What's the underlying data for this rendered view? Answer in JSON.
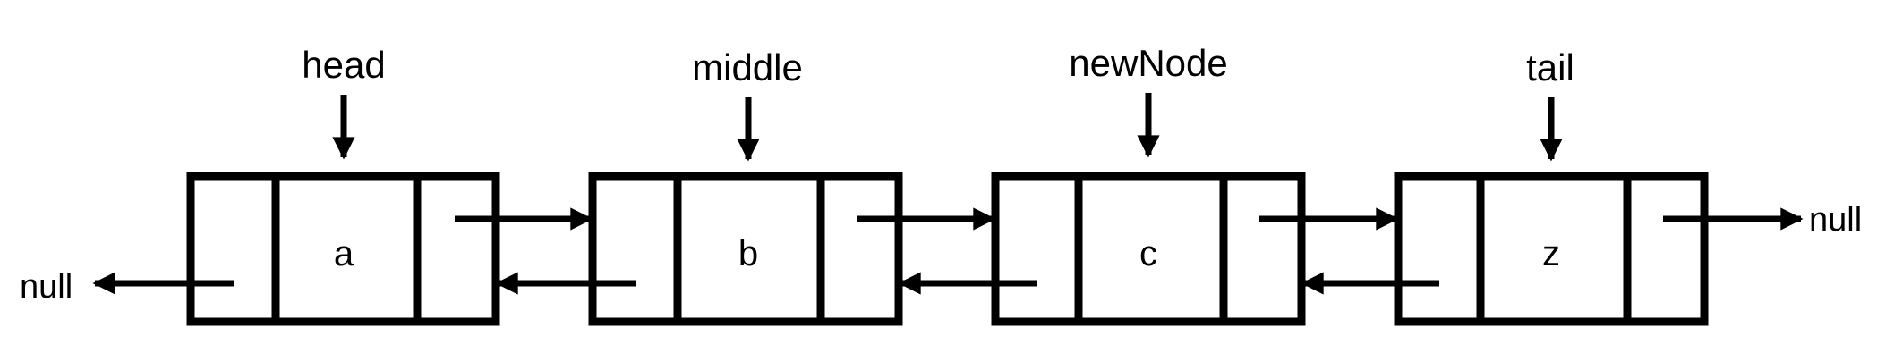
{
  "diagram": {
    "nodes": [
      {
        "value": "a",
        "pointer": "head"
      },
      {
        "value": "b",
        "pointer": "middle"
      },
      {
        "value": "c",
        "pointer": "newNode"
      },
      {
        "value": "z",
        "pointer": "tail"
      }
    ],
    "null_left": "null",
    "null_right": "null",
    "colors": {
      "stroke": "#000000",
      "background": "#ffffff"
    }
  }
}
